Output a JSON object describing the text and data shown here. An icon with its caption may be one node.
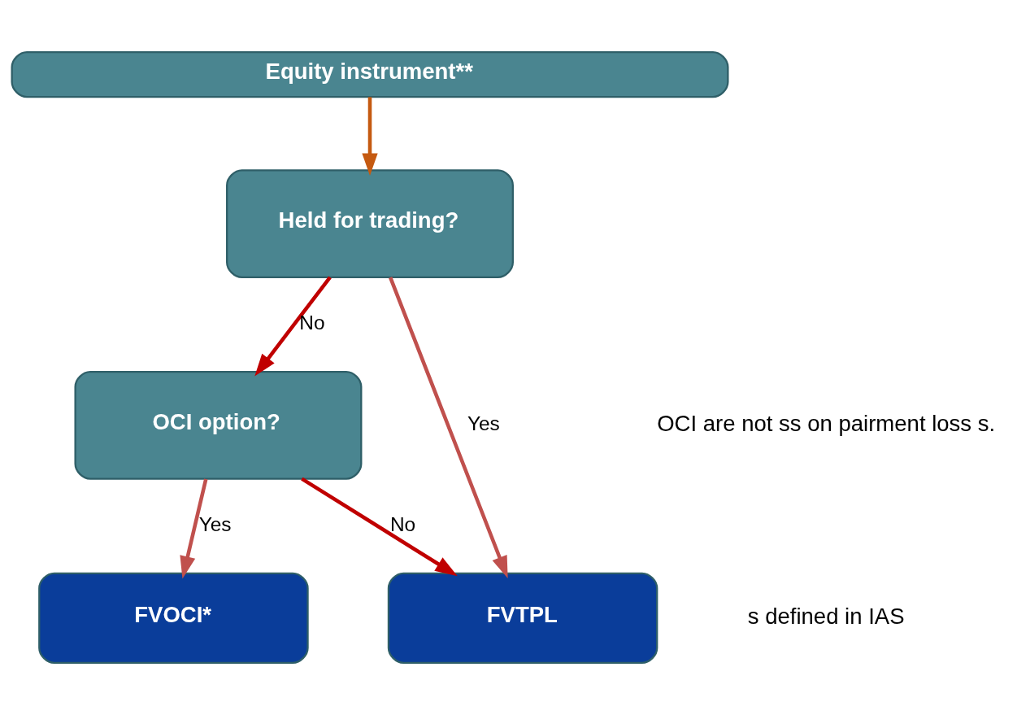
{
  "diagram": {
    "nodes": [
      {
        "text": [
          "Equity instrument**"
        ]
      },
      {
        "text": [
          "Held for trading?"
        ]
      },
      {
        "text": [
          "OCI option?"
        ]
      },
      {
        "text": [
          "FVOCI*"
        ]
      },
      {
        "text": [
          "FVTPL"
        ]
      }
    ],
    "edges": [
      {
        "from": 0,
        "to": 1,
        "arrow": "to",
        "color": "#c55a11"
      },
      {
        "from": 1,
        "to": 4,
        "arrow": "to",
        "label": "Yes",
        "color": "#c0504d"
      },
      {
        "from": 1,
        "to": 2,
        "arrow": "to",
        "label": "No",
        "color": "#c00000"
      },
      {
        "from": 2,
        "to": 4,
        "arrow": "to",
        "label": "No",
        "color": "#c00000"
      },
      {
        "from": 2,
        "to": 3,
        "arrow": "to",
        "label": "Yes",
        "color": "#c0504d"
      }
    ],
    "labels": [
      "OCI are not ss on pairment loss s.",
      "s defined in IAS"
    ]
  }
}
